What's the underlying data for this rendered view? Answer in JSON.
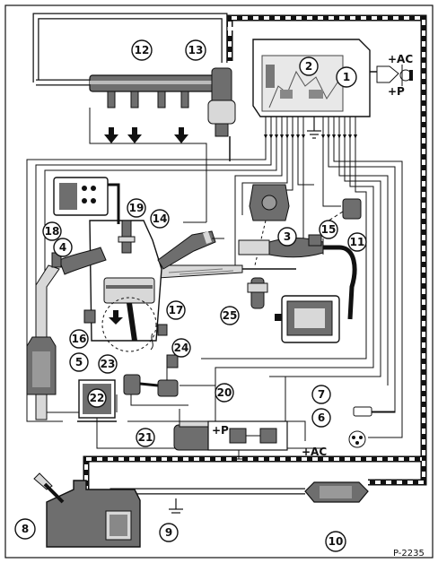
{
  "figure_code": "P-2235",
  "callouts": [
    "1",
    "2",
    "3",
    "4",
    "5",
    "6",
    "7",
    "8",
    "9",
    "10",
    "11",
    "12",
    "13",
    "14",
    "15",
    "16",
    "17",
    "18",
    "19",
    "20",
    "21",
    "22",
    "23",
    "24",
    "25"
  ],
  "terminal_labels": {
    "ac_top": "+AC",
    "p_top": "+P",
    "p_relay": "+P",
    "ac_bottom": "+AC"
  },
  "colors": {
    "line": "#111111",
    "component_fill": "#6e6e6e",
    "light_fill": "#d8d8d8",
    "paper": "#ffffff"
  }
}
